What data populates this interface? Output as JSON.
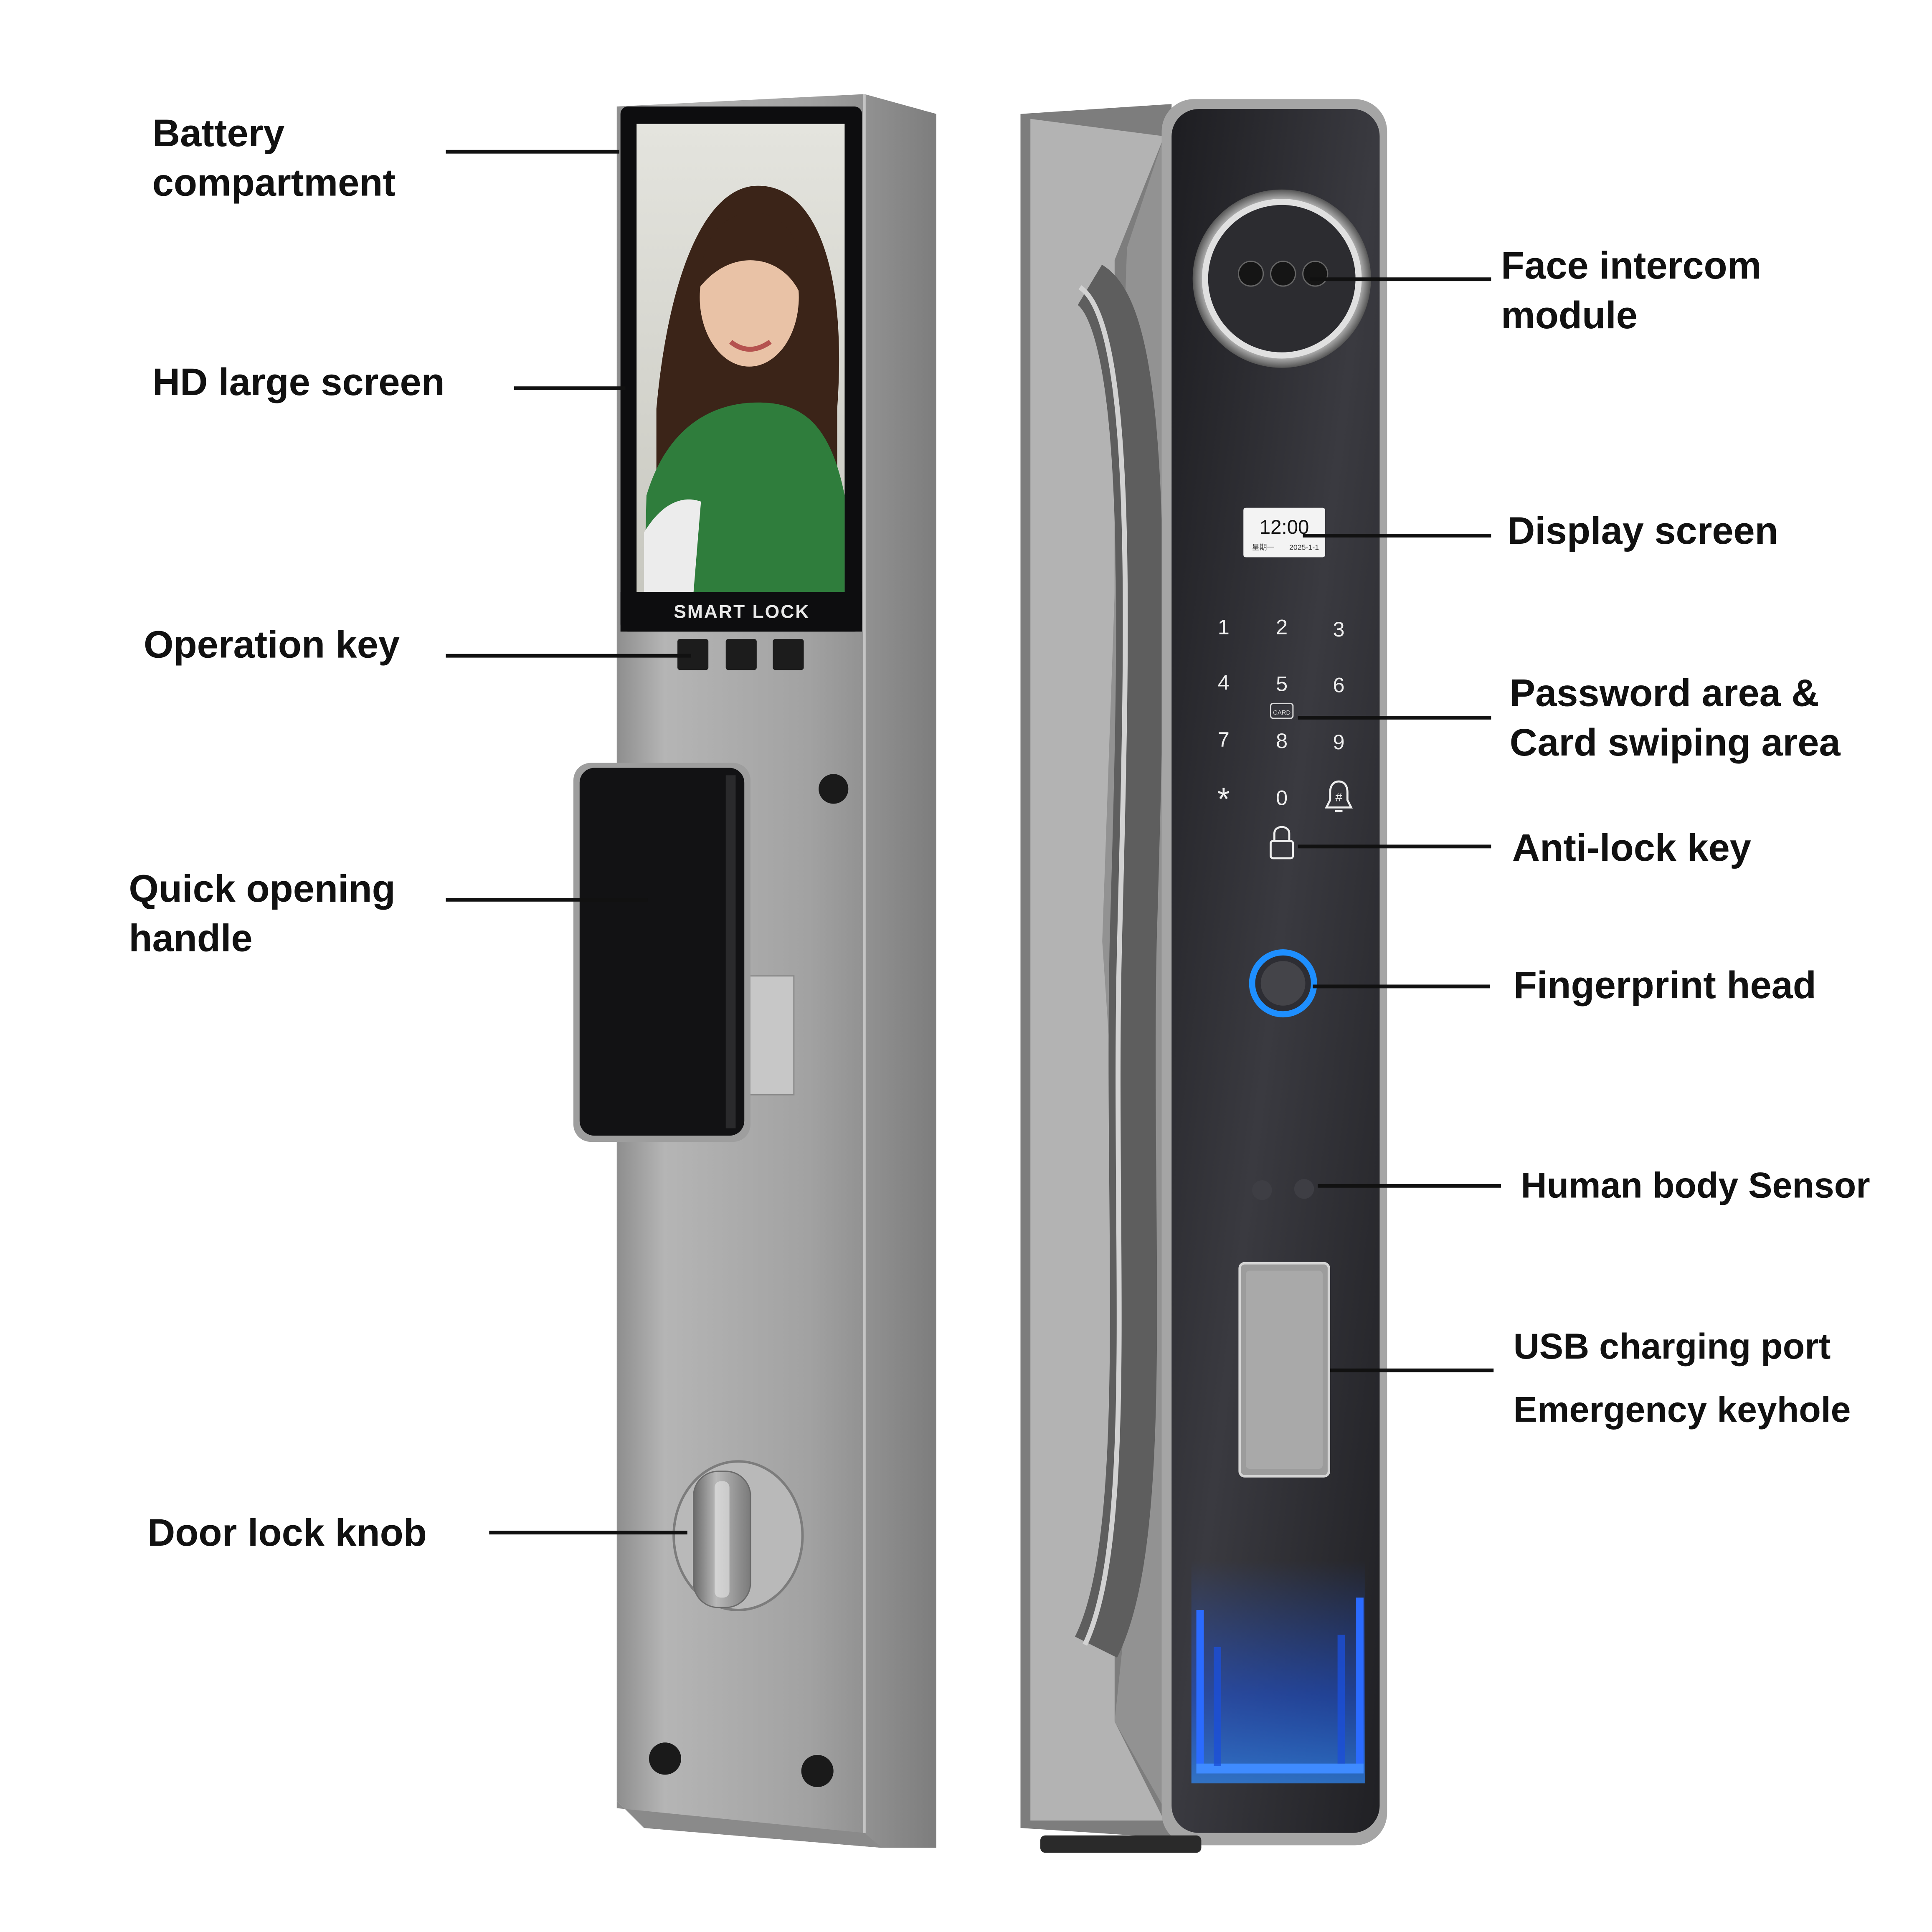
{
  "labels": {
    "battery": [
      "Battery",
      "compartment"
    ],
    "hd_screen": "HD large screen",
    "operation_key": "Operation key",
    "quick_handle": [
      "Quick opening",
      "handle"
    ],
    "door_knob": "Door lock knob",
    "face_module": [
      "Face intercom",
      "module"
    ],
    "display_screen": "Display screen",
    "password_area": [
      "Password area &",
      "Card swiping area"
    ],
    "anti_lock": "Anti-lock key",
    "fingerprint": "Fingerprint head",
    "body_sensor": "Human body Sensor",
    "usb_port": "USB charging port",
    "emergency_keyhole": "Emergency keyhole"
  },
  "device": {
    "screen_brand": "SMART LOCK",
    "clock_time": "12:00",
    "clock_day": "星期一",
    "clock_date": "2025-1-1",
    "keypad": [
      "1",
      "2",
      "3",
      "4",
      "5",
      "6",
      "7",
      "8",
      "9",
      "*",
      "0",
      "#"
    ],
    "card_mark": "CARD"
  },
  "colors": {
    "metal": "#a7a7a7",
    "panel_dark": "#2b2b2f",
    "fingerprint_ring": "#1e8fff",
    "ambient_light": "#1b5cff",
    "screen_green": "#2f7d3c"
  }
}
